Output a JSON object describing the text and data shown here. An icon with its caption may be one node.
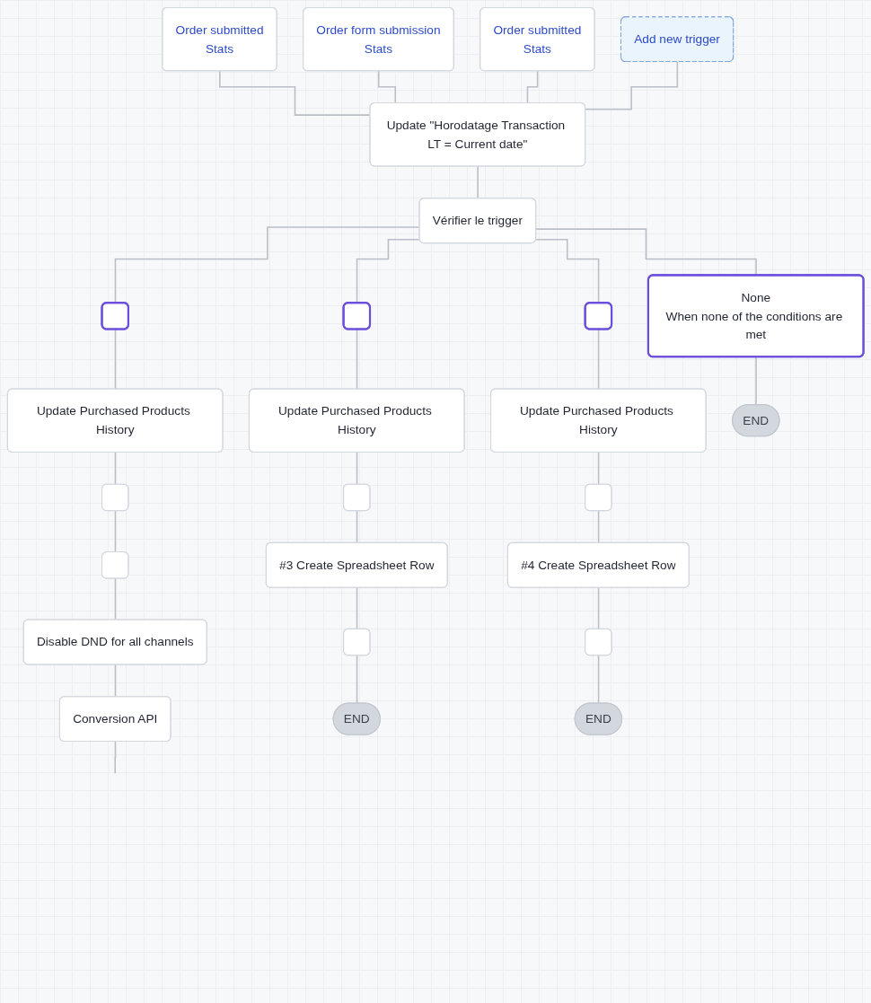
{
  "diagram": {
    "nodes": [
      {
        "text": [
          "Order submitted",
          "Stats"
        ]
      },
      {
        "text": [
          "Order form submission",
          "Stats"
        ]
      },
      {
        "text": [
          "Order submitted",
          "Stats"
        ]
      },
      {
        "text": [
          "Add new trigger"
        ]
      },
      {
        "text": [
          "Update \"Horodatage Transaction LT = Current date\""
        ]
      },
      {
        "text": [
          "Vérifier le trigger"
        ]
      },
      {
        "text": [],
        "shape": "box"
      },
      {
        "text": [],
        "shape": "box"
      },
      {
        "text": [],
        "shape": "box"
      },
      {
        "text": [
          "None",
          "When none of the conditions are met"
        ]
      },
      {
        "text": [
          "END"
        ]
      },
      {
        "text": [
          "Update Purchased Products History"
        ]
      },
      {
        "text": [
          "Update Purchased Products History"
        ]
      },
      {
        "text": [
          "Update Purchased Products History"
        ]
      },
      {
        "text": [],
        "shape": "box"
      },
      {
        "text": [],
        "shape": "box"
      },
      {
        "text": [],
        "shape": "box"
      },
      {
        "text": [],
        "shape": "box"
      },
      {
        "text": [
          "#3 Create Spreadsheet Row"
        ]
      },
      {
        "text": [
          "#4 Create Spreadsheet Row"
        ]
      },
      {
        "text": [
          "Disable DND for all channels"
        ]
      },
      {
        "text": [],
        "shape": "box"
      },
      {
        "text": [],
        "shape": "box"
      },
      {
        "text": [
          "Conversion API"
        ]
      },
      {
        "text": [
          "END"
        ]
      },
      {
        "text": [
          "END"
        ]
      }
    ],
    "edges": [
      {
        "from": 0,
        "to": 4,
        "arrow": "none"
      },
      {
        "from": 1,
        "to": 4,
        "arrow": "none"
      },
      {
        "from": 2,
        "to": 4,
        "arrow": "none"
      },
      {
        "from": 3,
        "to": 4,
        "arrow": "none"
      },
      {
        "from": 4,
        "to": 5,
        "arrow": "none"
      },
      {
        "from": 5,
        "to": 6,
        "arrow": "none"
      },
      {
        "from": 5,
        "to": 7,
        "arrow": "none"
      },
      {
        "from": 5,
        "to": 8,
        "arrow": "none"
      },
      {
        "from": 5,
        "to": 9,
        "arrow": "none"
      },
      {
        "from": 9,
        "to": 10,
        "arrow": "none"
      },
      {
        "from": 6,
        "to": 11,
        "arrow": "none"
      },
      {
        "from": 7,
        "to": 12,
        "arrow": "none"
      },
      {
        "from": 8,
        "to": 13,
        "arrow": "none"
      },
      {
        "from": 11,
        "to": 14,
        "arrow": "none"
      },
      {
        "from": 12,
        "to": 15,
        "arrow": "none"
      },
      {
        "from": 13,
        "to": 16,
        "arrow": "none"
      },
      {
        "from": 14,
        "to": 17,
        "arrow": "none"
      },
      {
        "from": 15,
        "to": 18,
        "arrow": "none"
      },
      {
        "from": 16,
        "to": 19,
        "arrow": "none"
      },
      {
        "from": 17,
        "to": 20,
        "arrow": "none"
      },
      {
        "from": 18,
        "to": 21,
        "arrow": "none"
      },
      {
        "from": 19,
        "to": 22,
        "arrow": "none"
      },
      {
        "from": 20,
        "to": 23,
        "arrow": "none"
      },
      {
        "from": 21,
        "to": 24,
        "arrow": "none"
      },
      {
        "from": 22,
        "to": 25,
        "arrow": "none"
      },
      {
        "from": 23,
        "to": null,
        "arrow": "none"
      }
    ]
  }
}
